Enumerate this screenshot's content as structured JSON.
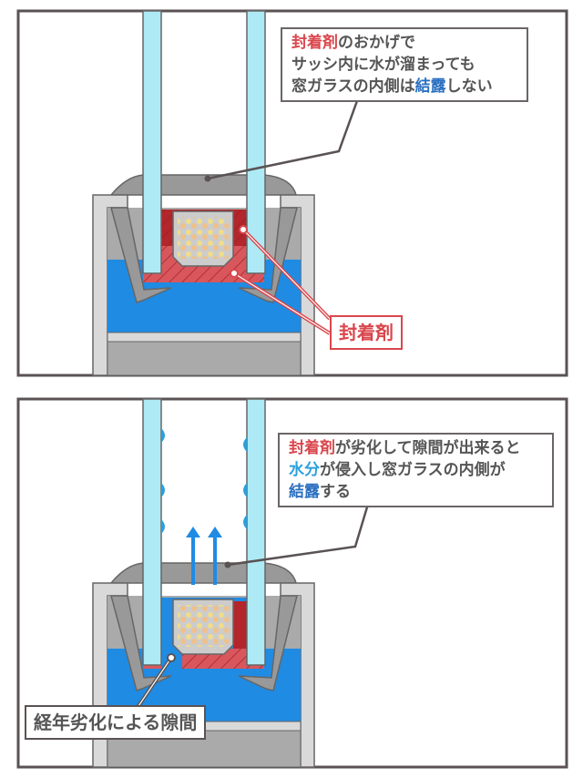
{
  "top_panel": {
    "callout": {
      "line1_red": "封着剤",
      "line1_rest": "のおかげで",
      "line2": "サッシ内に水が溜まっても",
      "line3_a": "窓ガラスの内側は",
      "line3_blue": "結露",
      "line3_b": "しない"
    },
    "label": "封着剤"
  },
  "bottom_panel": {
    "callout": {
      "line1_red": "封着剤",
      "line1_rest": "が劣化して隙間が出来ると",
      "line2_cyan": "水分",
      "line2_rest": "が侵入し窓ガラスの内側が",
      "line3_blue": "結露",
      "line3_rest": "する"
    },
    "label": "経年劣化による隙間"
  },
  "colors": {
    "water": "#1f8be3",
    "glass": "#aeeaf5",
    "sealant_dark": "#b3262b",
    "sealant_light": "#d9575c",
    "frame": "#d9d9d9",
    "gasket": "#999999",
    "border": "#5a5253"
  }
}
